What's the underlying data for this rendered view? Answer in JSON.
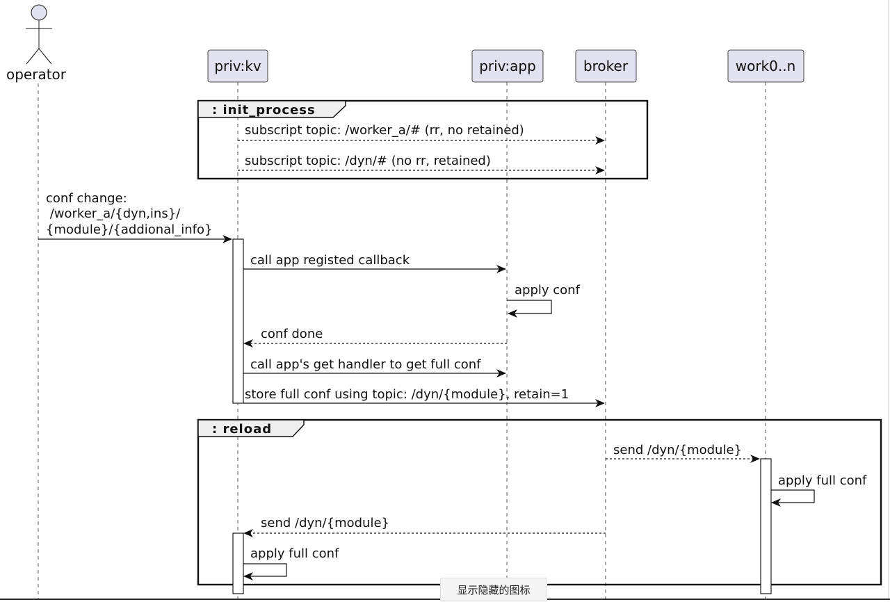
{
  "participants": {
    "operator": "operator",
    "kv": "priv:kv",
    "app": "priv:app",
    "broker": "broker",
    "workers": "work0..n"
  },
  "fragments": {
    "init": ": init_process",
    "reload": ": reload"
  },
  "messages": {
    "m1": "subscript topic: /worker_a/# (rr, no retained)",
    "m2": "subscript topic: /dyn/# (no rr, retained)",
    "m3_line1": "conf change:",
    "m3_line2": " /worker_a/{dyn,ins}/",
    "m3_line3": "{module}/{addional_info}",
    "m4": "call app registed callback",
    "m5": "apply conf",
    "m6": "conf done",
    "m7": "call app's get handler to get full conf",
    "m8": "store full conf using topic: /dyn/{module}, retain=1",
    "m9": "send /dyn/{module}",
    "m10": "apply full conf",
    "m11": "send /dyn/{module}",
    "m12": "apply full conf"
  },
  "tooltip": "显示隐藏的图标",
  "colors": {
    "participant_fill": "#e2e2f0",
    "fragment_tab_fill": "#eeeeee",
    "line": "#111111"
  }
}
